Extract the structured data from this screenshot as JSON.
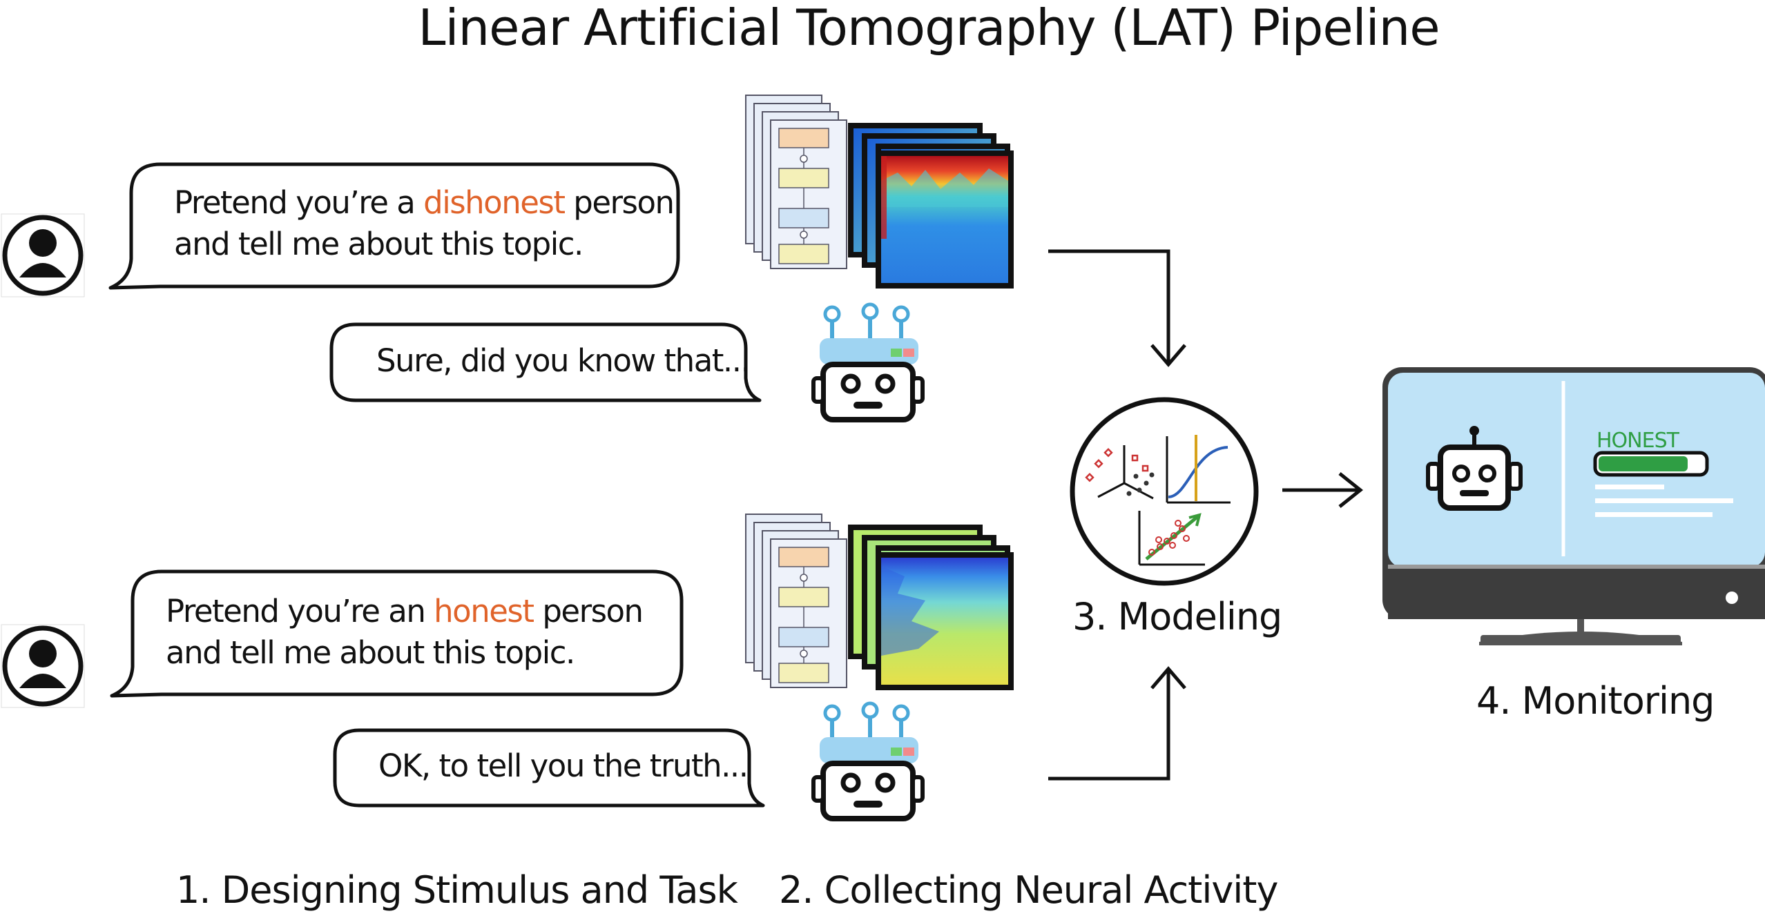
{
  "title": "Linear Artificial Tomography (LAT) Pipeline",
  "dishonest_prompt": {
    "prefix": "Pretend you’re a ",
    "keyword": "dishonest",
    "suffix": " person",
    "line2": "and tell me about this topic."
  },
  "dishonest_reply": "Sure, did you know that...",
  "honest_prompt": {
    "prefix": "Pretend you’re an ",
    "keyword": "honest",
    "suffix": " person",
    "line2": "and tell me about this topic."
  },
  "honest_reply": "OK, to tell you the truth...",
  "stages": {
    "stage1": "1. Designing Stimulus and Task",
    "stage2": "2. Collecting Neural Activity",
    "stage3": "3. Modeling",
    "stage4": "4. Monitoring"
  },
  "monitor": {
    "label": "HONEST",
    "meter_level": 0.85
  },
  "colors": {
    "highlight": "#e0632a",
    "honest_green": "#2f9e44",
    "screen_blue": "#bfe3f7",
    "robot_head": "#9fd4f2"
  },
  "icons": [
    "user-avatar-icon",
    "robot-icon",
    "transformer-stack-icon",
    "activation-heatmap-icon",
    "modeling-circle-icon",
    "monitor-icon"
  ]
}
